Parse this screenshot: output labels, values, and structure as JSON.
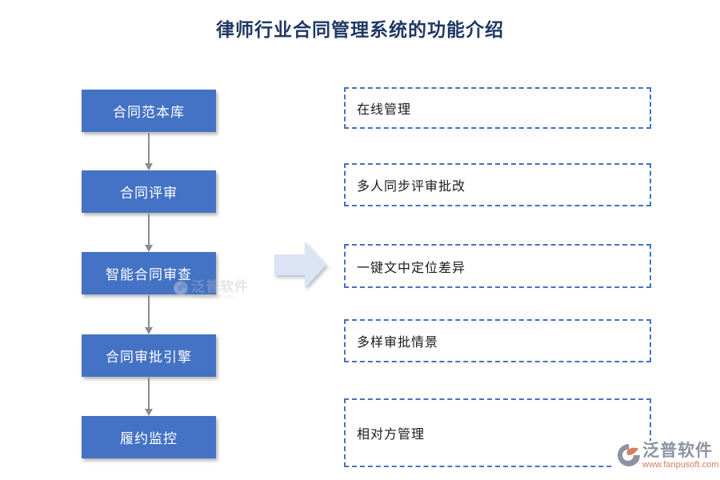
{
  "title": "律师行业合同管理系统的功能介绍",
  "steps": [
    {
      "label": "合同范本库"
    },
    {
      "label": "合同评审"
    },
    {
      "label": "智能合同审查"
    },
    {
      "label": "合同审批引擎"
    },
    {
      "label": "履约监控"
    }
  ],
  "features": [
    {
      "label": "在线管理"
    },
    {
      "label": "多人同步评审批改"
    },
    {
      "label": "一键文中定位差异"
    },
    {
      "label": "多样审批情景"
    },
    {
      "label": "相对方管理"
    }
  ],
  "watermark": {
    "brand": "泛普软件"
  },
  "logo": {
    "brand": "泛普软件",
    "url": "www.fanpusoft.com"
  },
  "colors": {
    "step_box_blue": "#4472c4",
    "dashed_border_blue": "#4472c4",
    "title_navy": "#1f3864",
    "big_arrow_fill": "#dbe3f5",
    "connector_gray": "#8c8c8c",
    "logo_gray": "#8d93a3",
    "logo_salmon": "#d97d5f"
  }
}
